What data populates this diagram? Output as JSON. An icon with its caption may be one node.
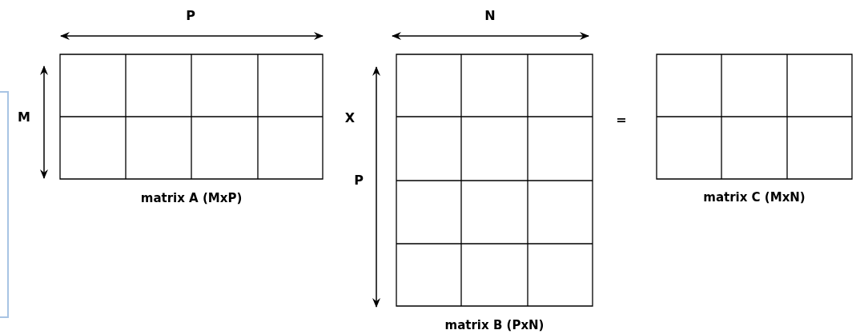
{
  "diagram": {
    "nodes": [
      {
        "text": [
          "matrix A (MxP)"
        ]
      },
      {
        "text": [
          "matrix B (PxN)"
        ]
      },
      {
        "text": [
          "matrix C (MxN)"
        ]
      }
    ],
    "labels": [
      "P",
      "N",
      "M",
      "X",
      "=",
      "P"
    ]
  }
}
